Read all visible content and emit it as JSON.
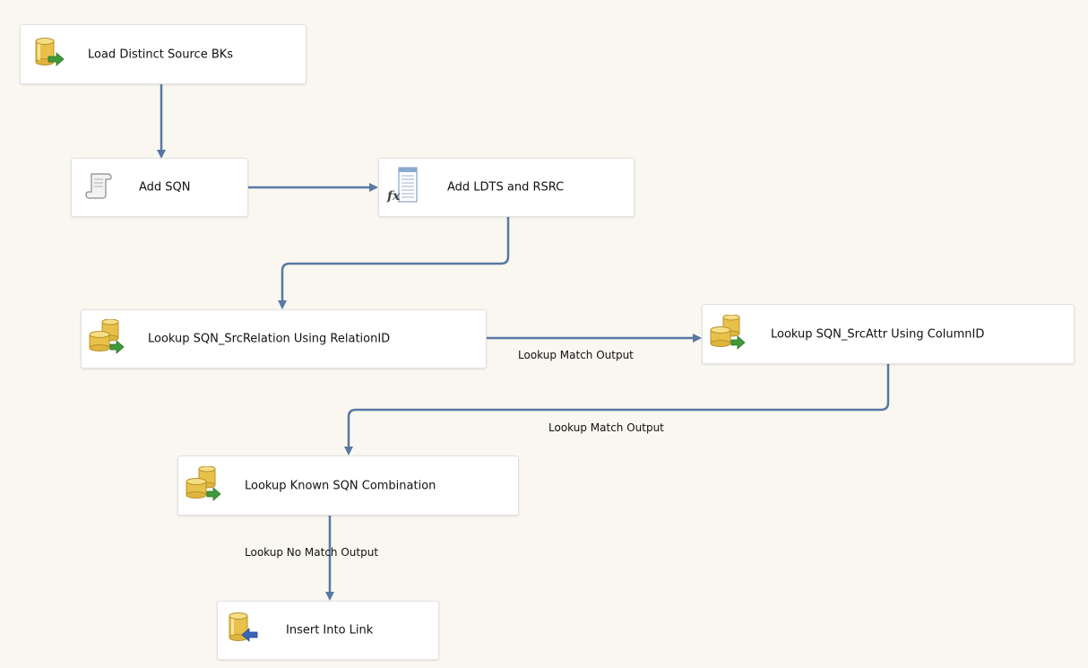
{
  "tasks": {
    "load_source": {
      "label": "Load Distinct Source BKs",
      "icon": "database-source-icon"
    },
    "add_sqn": {
      "label": "Add SQN",
      "icon": "script-icon"
    },
    "add_ldts": {
      "label": "Add LDTS and RSRC",
      "icon": "derived-column-icon"
    },
    "lookup_relation": {
      "label": "Lookup SQN_SrcRelation Using RelationID",
      "icon": "lookup-icon"
    },
    "lookup_attr": {
      "label": "Lookup SQN_SrcAttr Using ColumnID",
      "icon": "lookup-icon"
    },
    "lookup_known": {
      "label": "Lookup Known SQN Combination",
      "icon": "lookup-icon"
    },
    "insert_link": {
      "label": "Insert Into Link",
      "icon": "database-destination-icon"
    }
  },
  "flows": {
    "relation_to_attr": "Lookup Match Output",
    "attr_to_known": "Lookup Match Output",
    "known_to_insert": "Lookup No Match Output"
  },
  "colors": {
    "connector": "#5878a3",
    "canvas": "#f9f7f0",
    "cylinder": "#e8c14a",
    "arrow_green": "#3f9a3a",
    "arrow_blue": "#3a66b8"
  }
}
